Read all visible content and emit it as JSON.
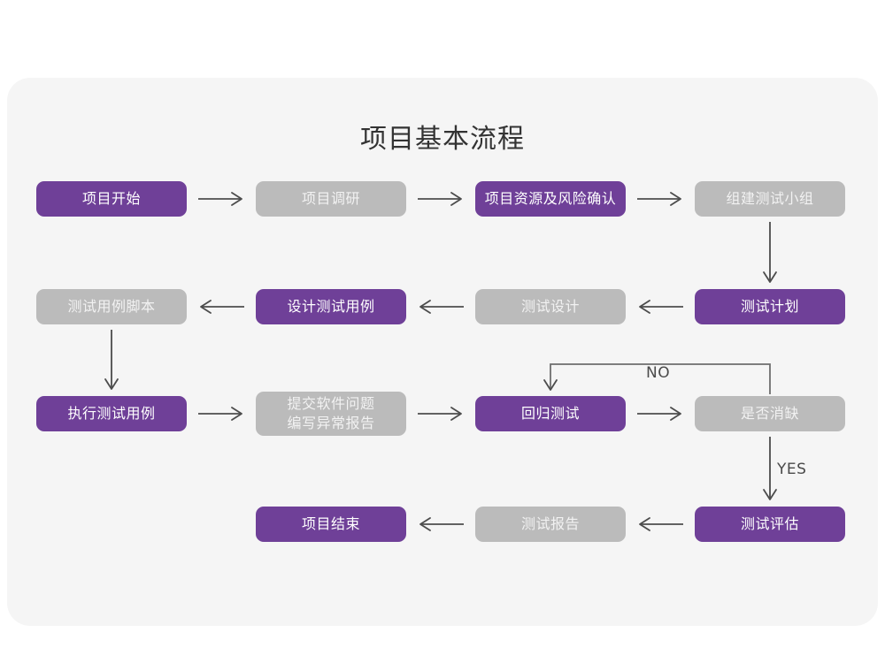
{
  "page": {
    "background": "#ffffff",
    "card_background": "#f5f5f5"
  },
  "diagram": {
    "title": "项目基本流程",
    "colors": {
      "purple": "#6f4098",
      "gray": "#bbbbbb",
      "arrow": "#4c4c4c",
      "loop_line": "#6e6e6e",
      "title_text": "#333333"
    },
    "nodes": [
      {
        "id": "n1",
        "label": "项目开始",
        "style": "purple",
        "row": 1
      },
      {
        "id": "n2",
        "label": "项目调研",
        "style": "gray",
        "row": 1
      },
      {
        "id": "n3",
        "label": "项目资源及风险确认",
        "style": "purple",
        "row": 1
      },
      {
        "id": "n4",
        "label": "组建测试小组",
        "style": "gray",
        "row": 1
      },
      {
        "id": "n5",
        "label": "测试计划",
        "style": "purple",
        "row": 2
      },
      {
        "id": "n6",
        "label": "测试设计",
        "style": "gray",
        "row": 2
      },
      {
        "id": "n7",
        "label": "设计测试用例",
        "style": "purple",
        "row": 2
      },
      {
        "id": "n8",
        "label": "测试用例脚本",
        "style": "gray",
        "row": 2
      },
      {
        "id": "n9",
        "label": "执行测试用例",
        "style": "purple",
        "row": 3
      },
      {
        "id": "n10",
        "label": "提交软件问题\n编写异常报告",
        "style": "gray",
        "row": 3
      },
      {
        "id": "n11",
        "label": "回归测试",
        "style": "purple",
        "row": 3
      },
      {
        "id": "n12",
        "label": "是否消缺",
        "style": "gray",
        "row": 3
      },
      {
        "id": "n13",
        "label": "测试评估",
        "style": "purple",
        "row": 4
      },
      {
        "id": "n14",
        "label": "测试报告",
        "style": "gray",
        "row": 4
      },
      {
        "id": "n15",
        "label": "项目结束",
        "style": "purple",
        "row": 4
      }
    ],
    "edge_labels": {
      "no": "NO",
      "yes": "YES"
    }
  }
}
